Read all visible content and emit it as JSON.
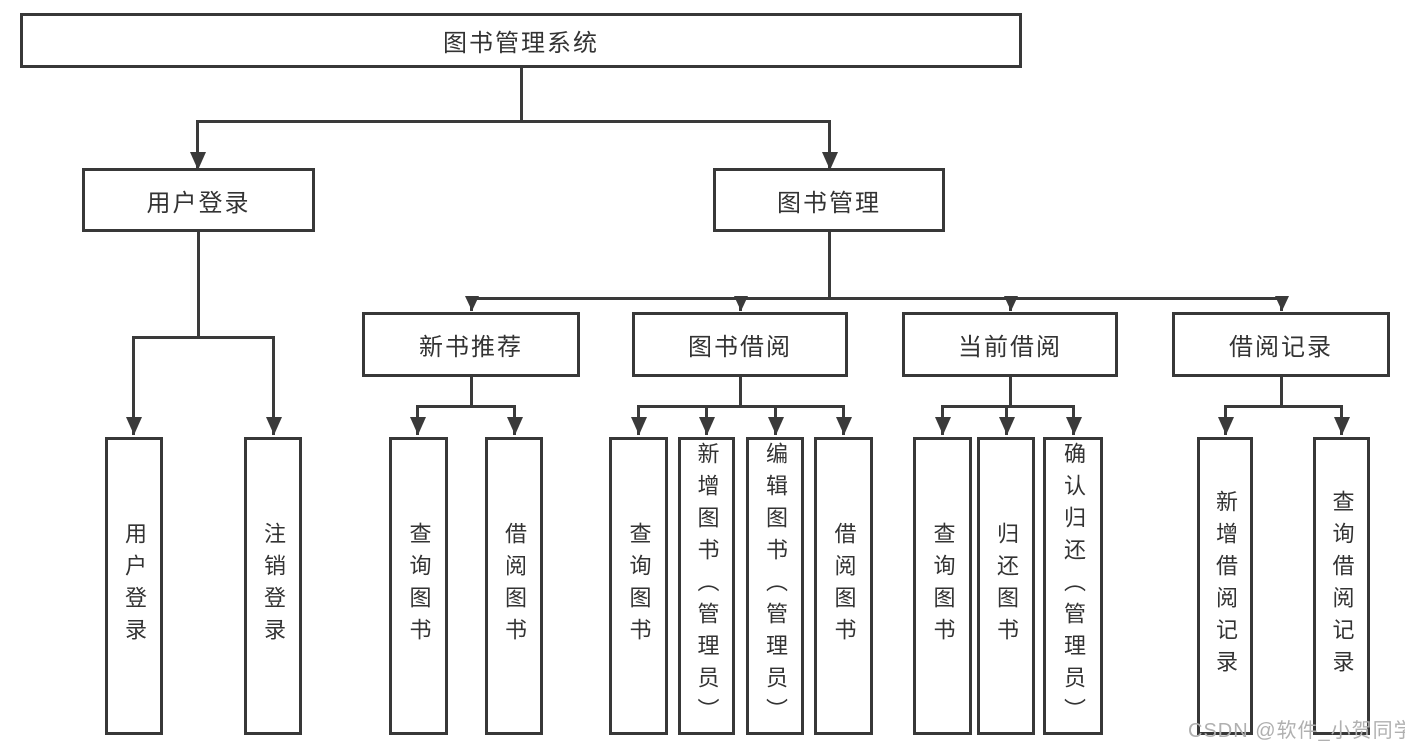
{
  "diagram_title": "图书管理系统",
  "nodes": {
    "root": "图书管理系统",
    "level2": [
      "用户登录",
      "图书管理"
    ],
    "level3": [
      "新书推荐",
      "图书借阅",
      "当前借阅",
      "借阅记录"
    ],
    "leaves": {
      "user_login": [
        "用户登录",
        "注销登录"
      ],
      "new_books": [
        "查询图书",
        "借阅图书"
      ],
      "book_borrow": [
        "查询图书",
        "新增图书（管理员）",
        "编辑图书（管理员）",
        "借阅图书"
      ],
      "current_borrow": [
        "查询图书",
        "归还图书",
        "确认归还（管理员）"
      ],
      "borrow_records": [
        "新增借阅记录",
        "查询借阅记录"
      ]
    }
  },
  "watermark": "CSDN @软件_小贺同学",
  "colors": {
    "line": "#3a3a3a",
    "text": "#333333",
    "watermark": "#b0b0b0",
    "background": "#ffffff"
  }
}
